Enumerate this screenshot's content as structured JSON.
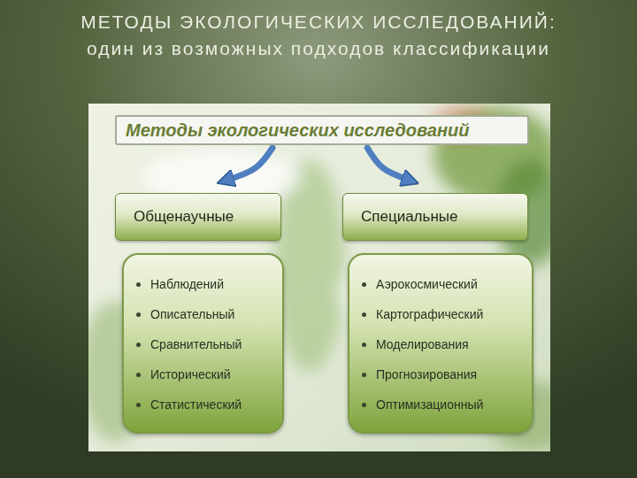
{
  "diagram": {
    "title": "МЕТОДЫ ЭКОЛОГИЧЕСКИХ ИССЛЕДОВАНИЙ: один из возможных подходов классификации",
    "nodes": [
      {
        "text": [
          "Методы экологических исследований"
        ]
      },
      {
        "text": [
          "Общенаучные"
        ]
      },
      {
        "text": [
          "Специальные"
        ]
      },
      {
        "text": [
          "Наблюдений",
          "Описательный",
          "Сравнительный",
          "Исторический",
          "Статистический"
        ]
      },
      {
        "text": [
          "Аэрокосмический",
          "Картографический",
          "Моделирования",
          "Прогнозирования",
          "Оптимизационный"
        ]
      }
    ],
    "edges": [
      {
        "from": 0,
        "to": 1,
        "arrow": "to"
      },
      {
        "from": 0,
        "to": 2,
        "arrow": "to"
      }
    ]
  }
}
